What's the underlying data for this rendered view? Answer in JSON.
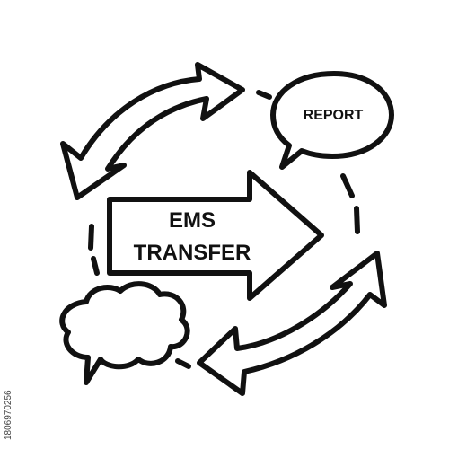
{
  "diagram": {
    "center_label_line1": "EMS",
    "center_label_line2": "TRANSFER",
    "report_label": "REPORT",
    "stock_id": "1806970256",
    "colors": {
      "stroke": "#111111",
      "background": "#ffffff"
    }
  }
}
